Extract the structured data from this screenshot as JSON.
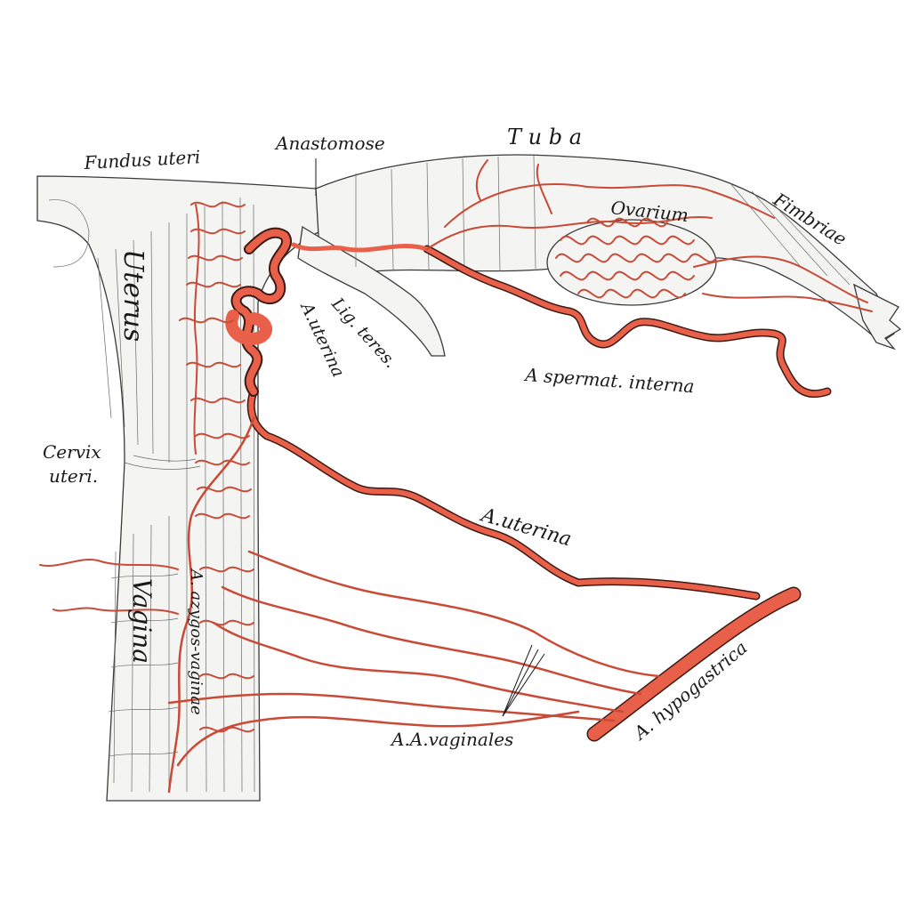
{
  "colors": {
    "artery": "#e8604a",
    "artery_outline": "#3a1a12",
    "tissue": "#f4f4f2",
    "ink": "#1a1a1a"
  },
  "labels": {
    "fundus_uteri": "Fundus uteri",
    "anastomose": "Anastomose",
    "tuba": "T u b a",
    "ovarium": "Ovarium",
    "fimbriae": "Fimbriae",
    "uterus": "Uterus",
    "lig_teres": "Lig. teres.",
    "a_uterina_vertical": "A.uterina",
    "a_spermat_interna": "A spermat. interna",
    "cervix_line1": "Cervix",
    "cervix_line2": "uteri.",
    "a_uterina": "A.uterina",
    "vagina": "Vagina",
    "a_azygos_vaginae": "A. azygos-vaginae",
    "a_hypogastrica": "A. hypogastrica",
    "aa_vaginales": "A.A.vaginales"
  }
}
